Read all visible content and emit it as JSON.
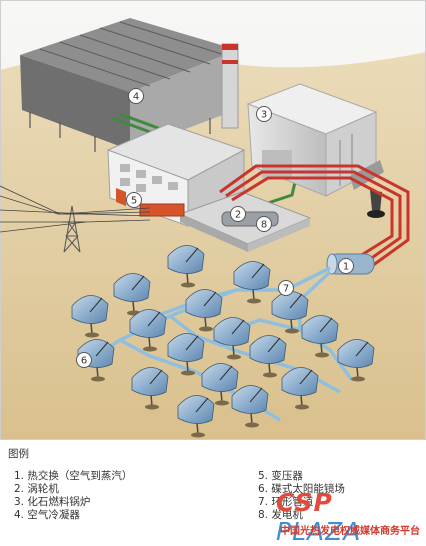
{
  "legend": {
    "title": "图例",
    "items": [
      "1.  热交换（空气到蒸汽）",
      "2.  涡轮机",
      "3.  化石燃料锅炉",
      "4.  空气冷凝器",
      "5.  变压器",
      "6.  碟式太阳能镜场",
      "7.  环形管道",
      "8.  发电机"
    ]
  },
  "callouts": [
    "1",
    "2",
    "3",
    "4",
    "5",
    "6",
    "7",
    "8"
  ],
  "brand": {
    "csp": "CSP",
    "plaza": "PLAZA",
    "subtitle": "中国光热发电权威媒体商务平台"
  },
  "colors": {
    "sky": "#f1f1ee",
    "ground": "#e3cfa6",
    "pipe_red": "#c9352b",
    "pipe_green": "#3f8a3f",
    "pipe_blue": "#8fbfe0",
    "brand_red": "#d23a2e",
    "brand_blue": "#3d8fd6"
  }
}
